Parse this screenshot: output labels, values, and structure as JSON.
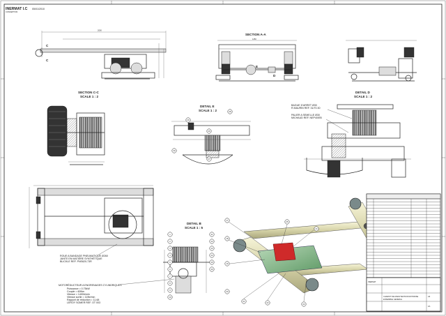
{
  "header": {
    "company": "INERMAT I.C",
    "sub": "CONCEPTION",
    "date": "05/01/2010"
  },
  "views": {
    "section_aa": "SECTION A-A",
    "section_cc": {
      "title": "SECTION C-C",
      "scale": "SCALE 1 : 2"
    },
    "detail_e": {
      "title": "DETAIL E",
      "scale": "SCALE 1 : 2"
    },
    "detail_d": {
      "title": "DETAIL D",
      "scale": "SCALE 1 : 2"
    },
    "detail_b": {
      "title": "DETAIL B",
      "scale": "SCALE 1 : 5"
    }
  },
  "notes": {
    "bague_line1": "BAGUE D'ARRET Ø30",
    "bague_line2": "R.MAURIN REF. 31/70.30",
    "palier_line1": "PALIER A SEMELLE Ø30",
    "palier_line2": "MICHAUD REF. NEP40/EB",
    "roue_line1": "ROUE A BANDAGE PNEUMATIQUE Ø260",
    "roue_line2": "JANTE EN MATIÈRE SYNTHÉTIQUE",
    "roue_line3": "BLICKLE REF. PNS620-73R",
    "moto_line1": "MOTORÉDUCTEUR A ENGRENAGES CYLINDRIQUES",
    "moto_line2": "Puissance = 0.75kW",
    "moto_line3": "Couple = 60Nm",
    "moto_line4": "Vitesse = 1400tr/min",
    "moto_line5": "Vitesse sortie = 119tr/min",
    "moto_line6": "Rapport de réduction = 11.68",
    "moto_line7": "LEROY SOMER REF. OT 003"
  },
  "dims": {
    "top_length": "2000",
    "aa_width": "1250",
    "b1": "250",
    "b2": "300"
  },
  "labels": {
    "c": "C",
    "e": "E",
    "d": "D"
  },
  "balloons": [
    "1",
    "2",
    "3",
    "4",
    "5",
    "6",
    "7",
    "8",
    "9",
    "10",
    "11",
    "12",
    "13",
    "14",
    "15",
    "16",
    "17",
    "18",
    "19",
    "20",
    "21",
    "22",
    "23",
    "24",
    "25",
    "26",
    "27",
    "28",
    "29",
    "30"
  ],
  "title_block": {
    "company": "INERMAT",
    "drawing_title": "CHARIOT DE MANUTENTION MOTORISE",
    "drawing_sub": "ENSEMBLE GENERAL",
    "format": "A3",
    "sheet": "1/1"
  }
}
